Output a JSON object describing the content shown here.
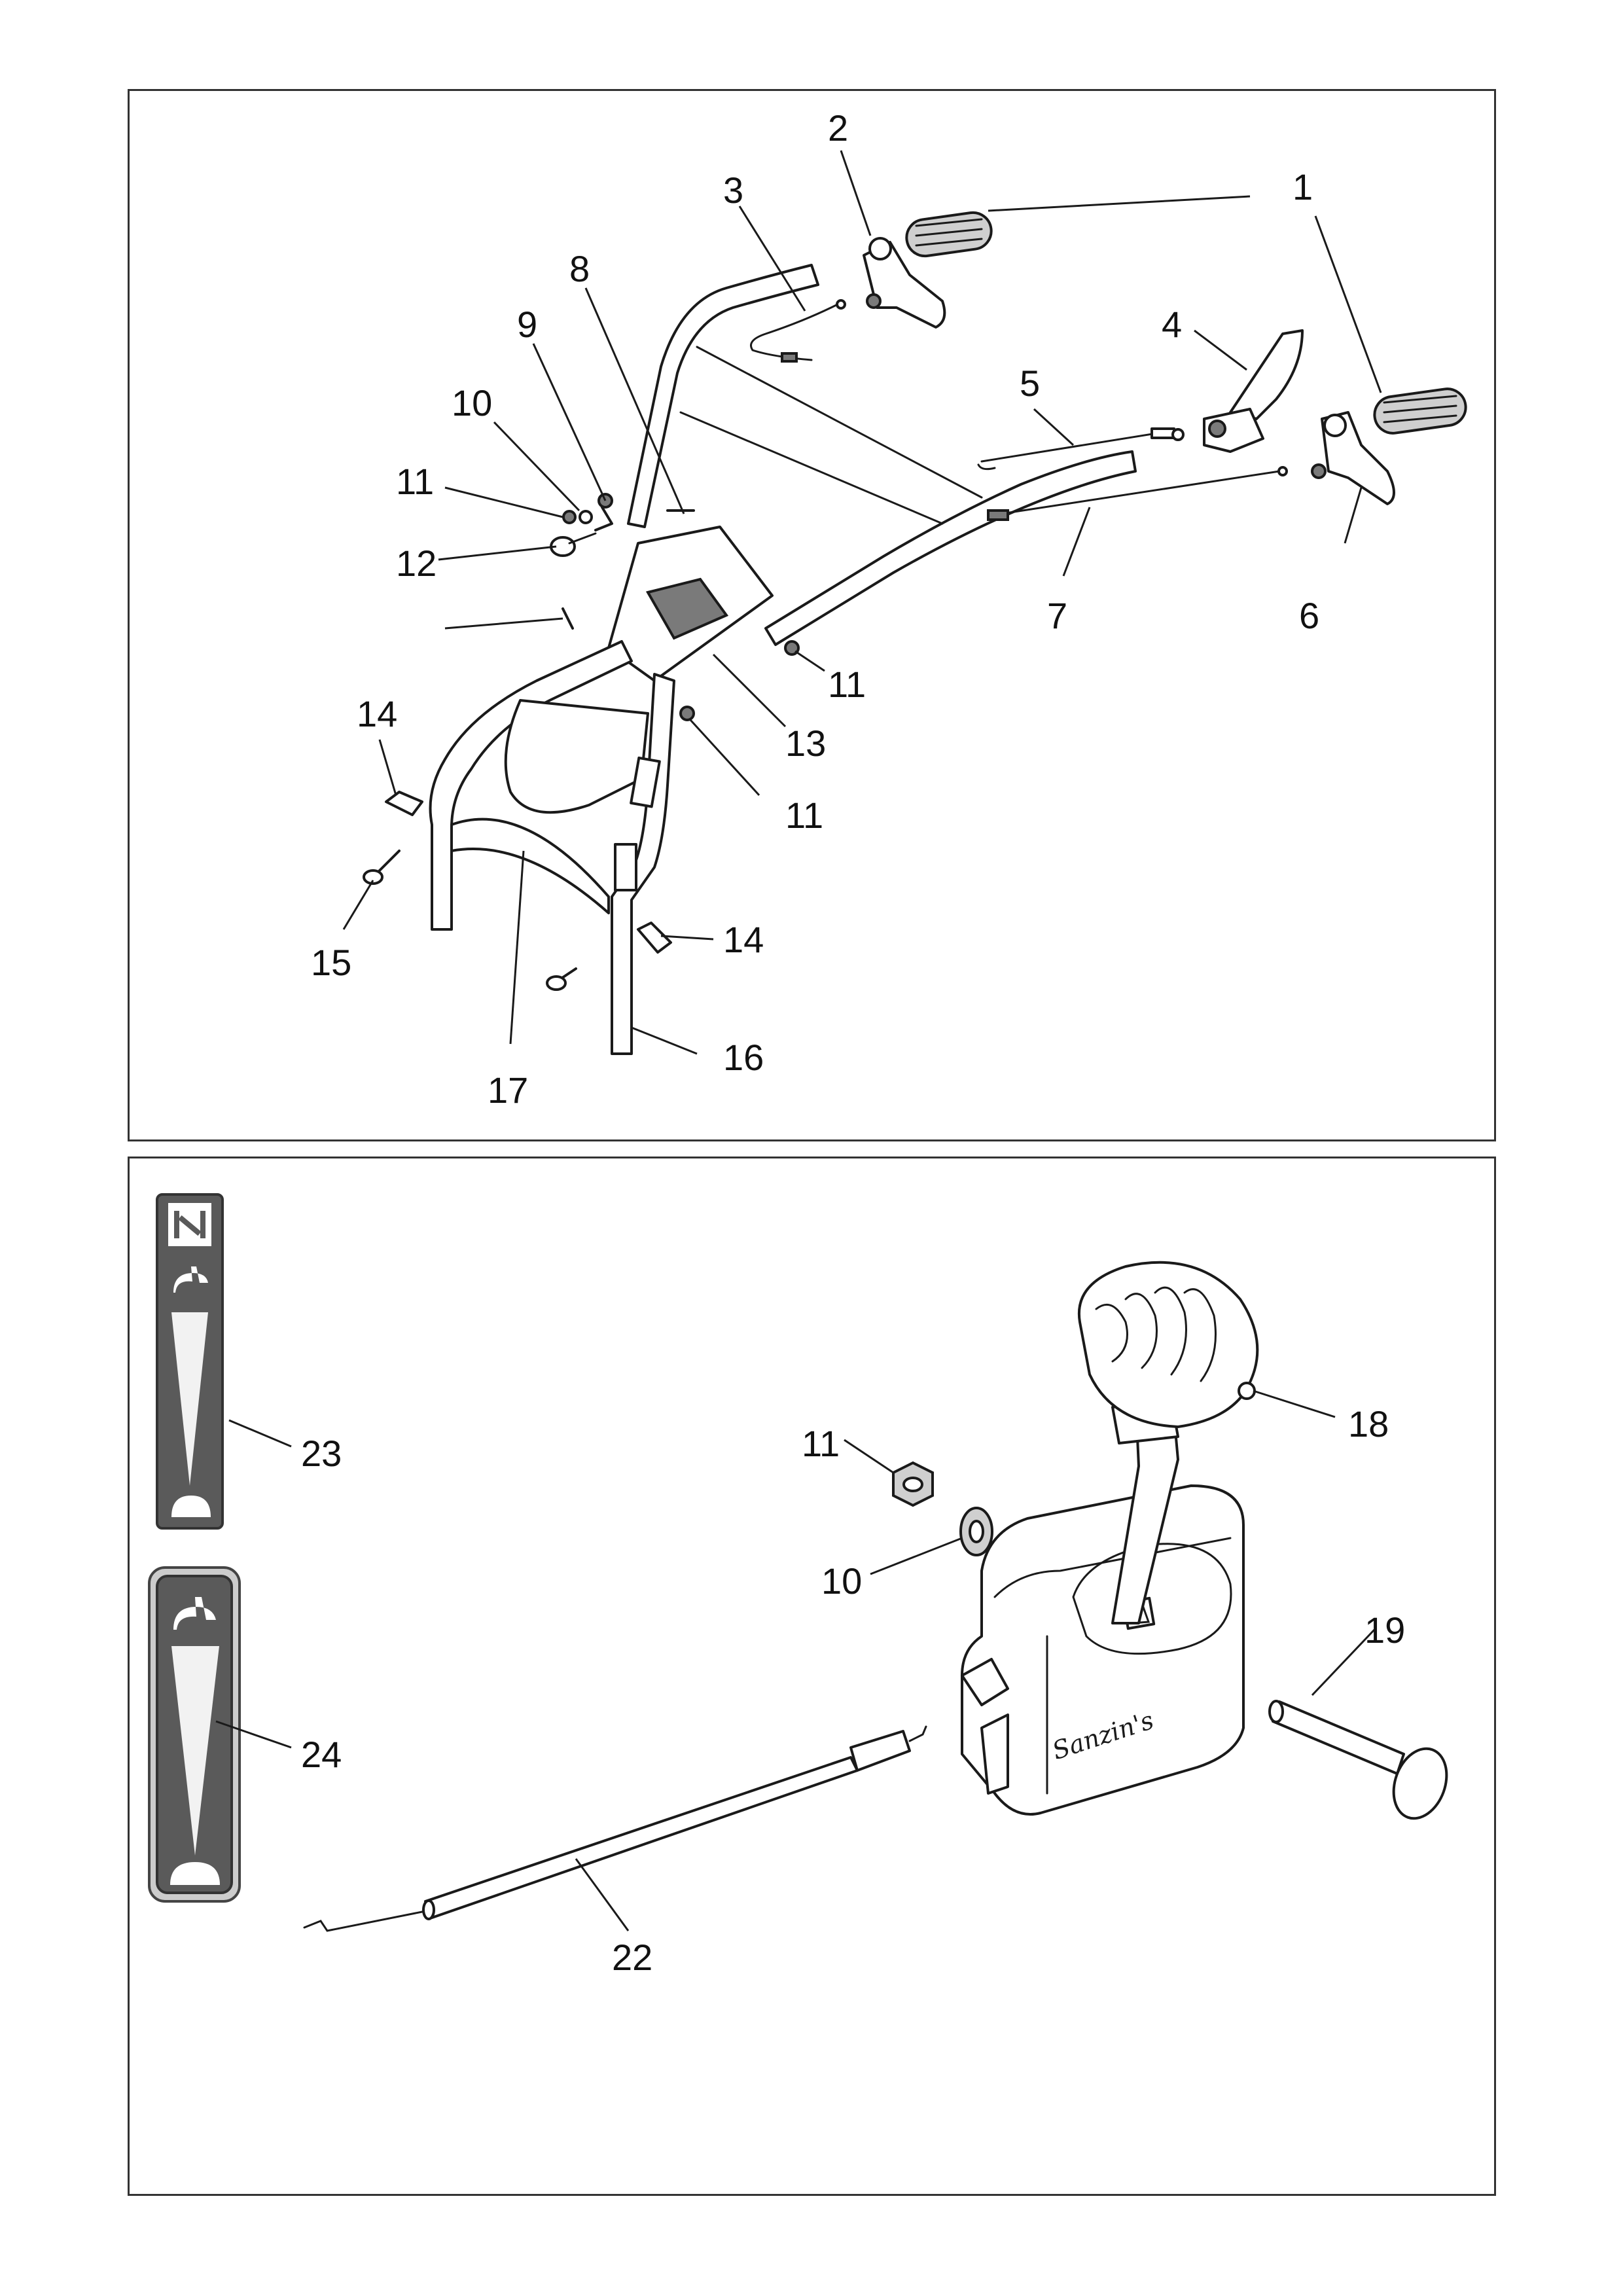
{
  "diagram": {
    "top_panel": {
      "callouts": [
        {
          "id": "c1a",
          "label": "1"
        },
        {
          "id": "c1b",
          "label": "1"
        },
        {
          "id": "c2",
          "label": "2"
        },
        {
          "id": "c3",
          "label": "3"
        },
        {
          "id": "c4",
          "label": "4"
        },
        {
          "id": "c5",
          "label": "5"
        },
        {
          "id": "c6",
          "label": "6"
        },
        {
          "id": "c7",
          "label": "7"
        },
        {
          "id": "c8",
          "label": "8"
        },
        {
          "id": "c9",
          "label": "9"
        },
        {
          "id": "c10",
          "label": "10"
        },
        {
          "id": "c11a",
          "label": "11"
        },
        {
          "id": "c11b",
          "label": "11"
        },
        {
          "id": "c11c",
          "label": "11"
        },
        {
          "id": "c12",
          "label": "12"
        },
        {
          "id": "c13",
          "label": "13"
        },
        {
          "id": "c14a",
          "label": "14"
        },
        {
          "id": "c14b",
          "label": "14"
        },
        {
          "id": "c15",
          "label": "15"
        },
        {
          "id": "c16",
          "label": "16"
        },
        {
          "id": "c17",
          "label": "17"
        }
      ]
    },
    "bottom_panel": {
      "callouts": [
        {
          "id": "c18",
          "label": "18"
        },
        {
          "id": "c11d",
          "label": "11"
        },
        {
          "id": "c10b",
          "label": "10"
        },
        {
          "id": "c19",
          "label": "19"
        },
        {
          "id": "c22",
          "label": "22"
        },
        {
          "id": "c23",
          "label": "23"
        },
        {
          "id": "c24",
          "label": "24"
        }
      ],
      "brand_script": "Sanzin's"
    },
    "icons": {
      "neutral": "neutral-n-icon",
      "fast": "rabbit-icon",
      "slow": "turtle-icon"
    },
    "colors": {
      "line": "#1a1a1a",
      "decal_plate": "#5a5a5a",
      "frame": "#333333"
    }
  }
}
